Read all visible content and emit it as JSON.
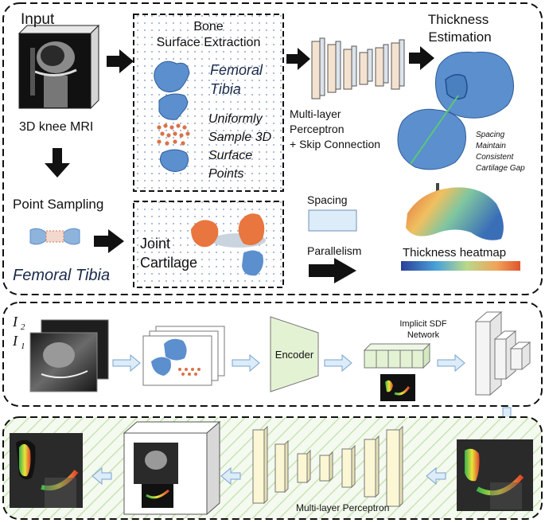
{
  "panel_top": {
    "input_label": "Input",
    "mri_caption": "3D knee MRI",
    "point_sampling_label": "Point Sampling",
    "femoral_tibia_label": "Femoral Tibia",
    "bone_surface_title_1": "Bone",
    "bone_surface_title_2": "Surface Extraction",
    "femoral_label": "Femoral",
    "tibia_label": "Tibia",
    "uniform_1": "Uniformly",
    "uniform_2": "Sample 3D",
    "uniform_3": "Surface",
    "uniform_4": "Points",
    "joint_label": "Joint",
    "cartilage_label": "Cartilage",
    "mlp_1": "Multi-layer",
    "mlp_2": "Perceptron",
    "mlp_3": "+ Skip Connection",
    "thickness_title_1": "Thickness",
    "thickness_title_2": "Estimation",
    "spacing_note_1": "Spacing",
    "spacing_note_2": "Maintain",
    "spacing_note_3": "Consistent",
    "spacing_note_4": "Cartilage Gap",
    "legend_spacing": "Spacing",
    "legend_parallelism": "Parallelism",
    "heatmap_label": "Thickness heatmap"
  },
  "panel_middle": {
    "i2_label": "I",
    "i2_sub": "2",
    "i1_label": "I",
    "i1_sub": "1",
    "encoder_label": "Encoder",
    "sdf_1": "Implicit SDF",
    "sdf_2": "Network"
  },
  "panel_bottom": {
    "mlp_label": "Multi-layer Perceptron"
  },
  "colors": {
    "bone_blue": "#5b8fce",
    "cartilage_orange": "#e8763e",
    "point_dots": "#d9734a",
    "spacing_box": "#dcecf8",
    "layer_cream": "#fbf7d4",
    "network_green": "#e4f2d4"
  }
}
